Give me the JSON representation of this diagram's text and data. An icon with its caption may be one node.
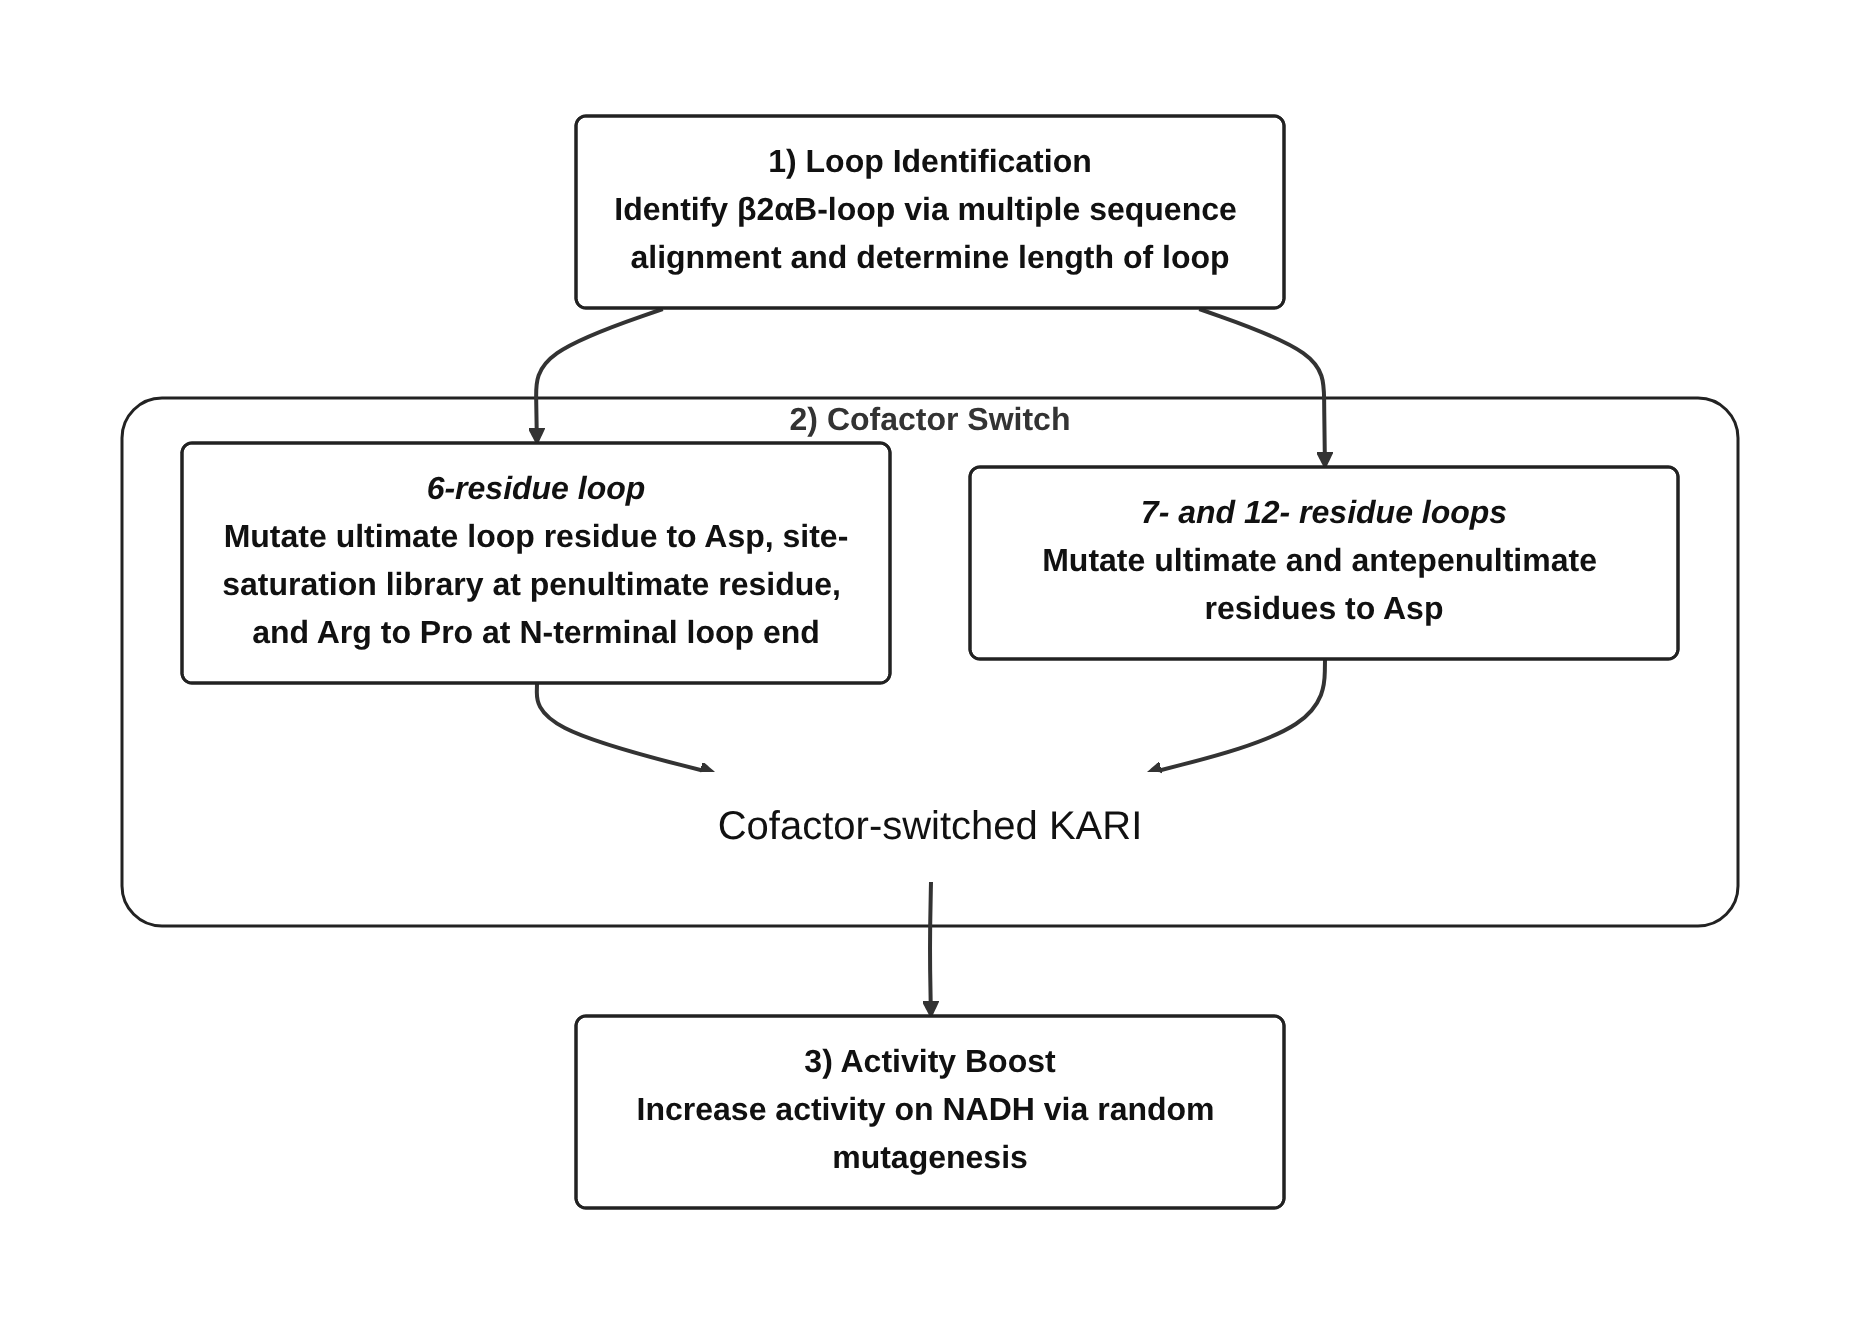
{
  "diagram": {
    "nodes": [
      {
        "text": [
          "1) Loop Identification",
          "Identify β2αB-loop via multiple sequence alignment and determine length of loop"
        ]
      },
      {
        "text": [
          "2) Cofactor Switch"
        ]
      },
      {
        "text": [
          "6-residue loop",
          "Mutate ultimate loop residue to Asp, site-saturation library at penultimate residue, and Arg to Pro at N-terminal loop end"
        ],
        "in": 1
      },
      {
        "text": [
          "7- and 12- residue loops",
          "Mutate ultimate and antepenultimate residues to Asp"
        ],
        "in": 1
      },
      {
        "text": [
          "Cofactor-switched KARI"
        ],
        "in": 1
      },
      {
        "text": [
          "3) Activity Boost",
          "Increase activity on NADH via random mutagenesis"
        ]
      }
    ],
    "edges": [
      {
        "from": 0,
        "to": 2,
        "arrow": "to"
      },
      {
        "from": 0,
        "to": 3,
        "arrow": "to"
      },
      {
        "from": 2,
        "to": 4,
        "arrow": "to"
      },
      {
        "from": 3,
        "to": 4,
        "arrow": "to"
      },
      {
        "from": 4,
        "to": 5,
        "arrow": "to"
      }
    ]
  }
}
